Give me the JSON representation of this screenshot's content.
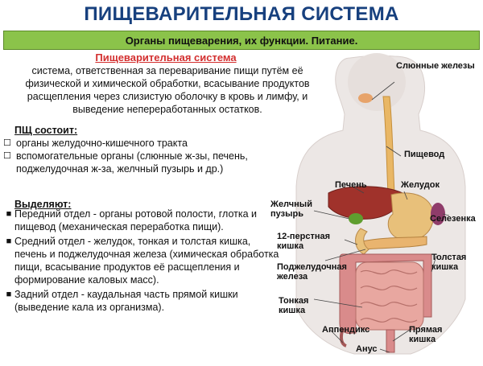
{
  "header": {
    "title": "ПИЩЕВАРИТЕЛЬНАЯ СИСТЕМА",
    "subtitle": "Органы пищеварения, их функции. Питание."
  },
  "definition": {
    "heading": "Пищеварительная система",
    "text": "система, ответственная за переваривание пищи путём её физической и химической обработки, всасывание продуктов расщепления через слизистую оболочку в кровь и лимфу, и выведение непереработанных остатков."
  },
  "composition": {
    "heading": "ПЩ состоит:",
    "items": [
      "органы желудочно-кишечного тракта",
      "вспомогательные органы (слюнные ж-зы, печень, поджелудочная ж-за, желчный пузырь и др.)"
    ]
  },
  "sections": {
    "heading": "Выделяют:",
    "items": [
      "Передний отдел - органы ротовой полости, глотка и пищевод (механическая переработка пищи).",
      "Средний отдел - желудок, тонкая и толстая кишка, печень и поджелудочная железа (химическая обработка пищи, всасывание продуктов её расщепления и формирование каловых масс).",
      "Задний отдел - каудальная часть прямой кишки (выведение кала из организма)."
    ]
  },
  "diagram": {
    "labels": {
      "salivary": "Слюнные железы",
      "esophagus": "Пищевод",
      "liver": "Печень",
      "stomach": "Желудок",
      "gallbladder": "Желчный пузырь",
      "spleen": "Селезенка",
      "duodenum": "12-перстная кишка",
      "pancreas": "Поджелудочная железа",
      "colon": "Толстая кишка",
      "small_intestine": "Тонкая кишка",
      "appendix": "Аппендикс",
      "rectum": "Прямая кишка",
      "anus": "Анус"
    },
    "colors": {
      "liver": "#a0322b",
      "stomach": "#e8c07a",
      "intestine": "#e8a7a0",
      "colon": "#d98b8b",
      "esophagus": "#e9b765",
      "gallbladder": "#5f9e2f",
      "body": "#e9e4e2"
    }
  }
}
